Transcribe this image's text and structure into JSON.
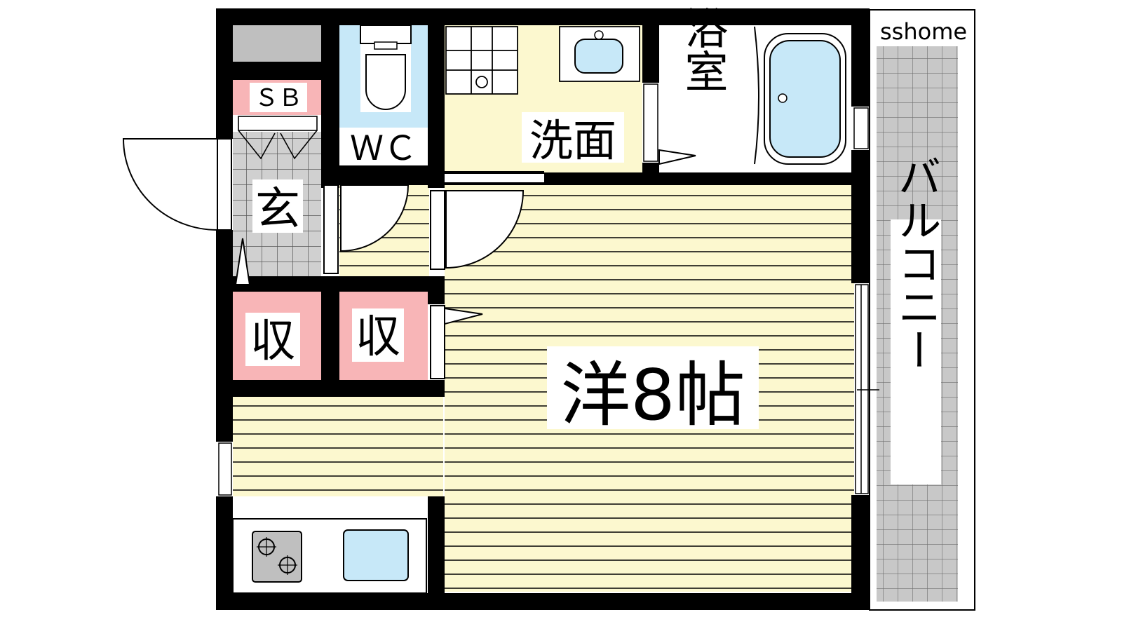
{
  "watermark": "sshome",
  "rooms": {
    "shoe_box": "ＳＢ",
    "toilet": "ＷＣ",
    "washroom": "洗面",
    "bathroom": "浴室",
    "entrance": "玄",
    "storage_1": "収",
    "storage_2": "収",
    "main_room": "洋8帖",
    "balcony": "バルコニー"
  },
  "colors": {
    "wall": "#000000",
    "floor_yellow": "#fcf8cf",
    "storage_pink": "#f8b5b7",
    "fixture_blue": "#c7e8f8",
    "tile_gray": "#c8c8c8",
    "cabinet_gray": "#bfbfbf"
  }
}
